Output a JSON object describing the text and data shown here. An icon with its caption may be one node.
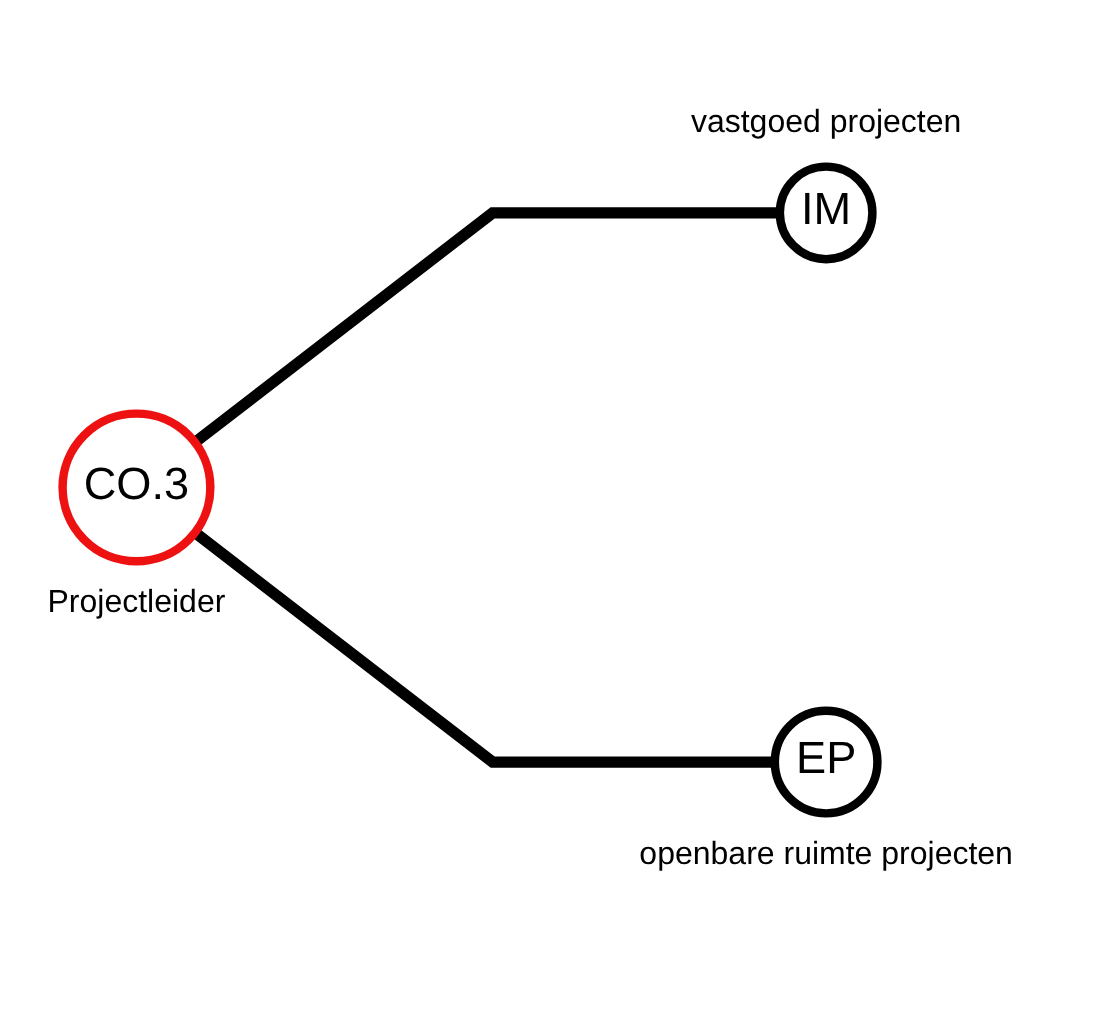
{
  "diagram": {
    "nodes": [
      {
        "text": [
          "CO.3"
        ],
        "beside": [
          "Projectleider"
        ]
      },
      {
        "text": [
          "IM"
        ],
        "beside": [
          "vastgoed projecten"
        ]
      },
      {
        "text": [
          "EP"
        ],
        "beside": [
          "openbare ruimte projecten"
        ]
      }
    ],
    "edges": [
      {
        "from": 0,
        "to": 1,
        "arrow": "none"
      },
      {
        "from": 0,
        "to": 2,
        "arrow": "none"
      }
    ]
  }
}
